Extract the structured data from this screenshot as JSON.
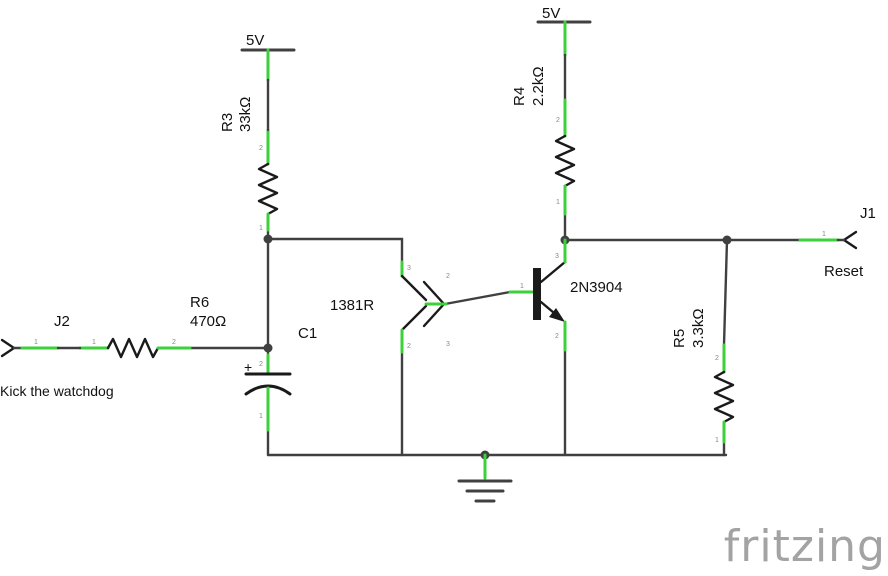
{
  "labels": {
    "v5_left": "5V",
    "v5_right": "5V",
    "r3_name": "R3",
    "r3_value": "33kΩ",
    "r4_name": "R4",
    "r4_value": "2.2kΩ",
    "r5_name": "R5",
    "r5_value": "3.3kΩ",
    "r6_name": "R6",
    "r6_value": "470Ω",
    "c1_name": "C1",
    "c1_plus": "+",
    "u_name": "1381R",
    "q_name": "2N3904",
    "j1_name": "J1",
    "j1_desc": "Reset",
    "j2_name": "J2",
    "j2_desc": "Kick the watchdog"
  },
  "pins": {
    "one": "1",
    "two": "2",
    "three": "3"
  },
  "brand": "fritzing",
  "colors": {
    "wire": "#404040",
    "pin": "#3bd13b",
    "brand": "#a3a3a3"
  }
}
